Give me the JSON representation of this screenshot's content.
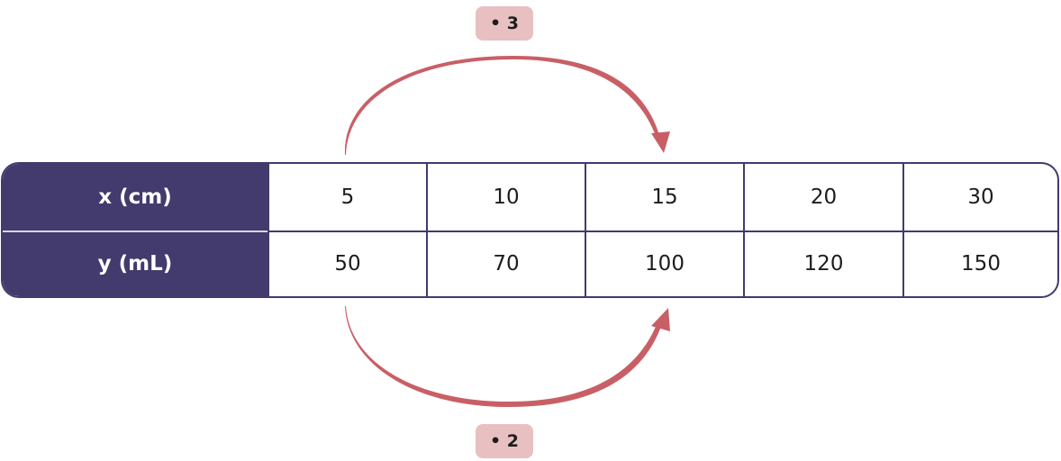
{
  "table": {
    "rows": [
      {
        "header": "x (cm)",
        "values": [
          "5",
          "10",
          "15",
          "20",
          "30"
        ]
      },
      {
        "header": "y (mL)",
        "values": [
          "50",
          "70",
          "100",
          "120",
          "150"
        ]
      }
    ]
  },
  "annotations": {
    "top": {
      "label": "• 3",
      "from_column": "5",
      "to_column": "15",
      "meaning": "multiply by 3"
    },
    "bottom": {
      "label": "• 2",
      "from_column": "50",
      "to_column": "100",
      "meaning": "multiply by 2"
    }
  },
  "colors": {
    "header_bg": "#433a6d",
    "border": "#433a6d",
    "arrow": "#c95f66",
    "badge_bg": "#e8c0c2"
  }
}
